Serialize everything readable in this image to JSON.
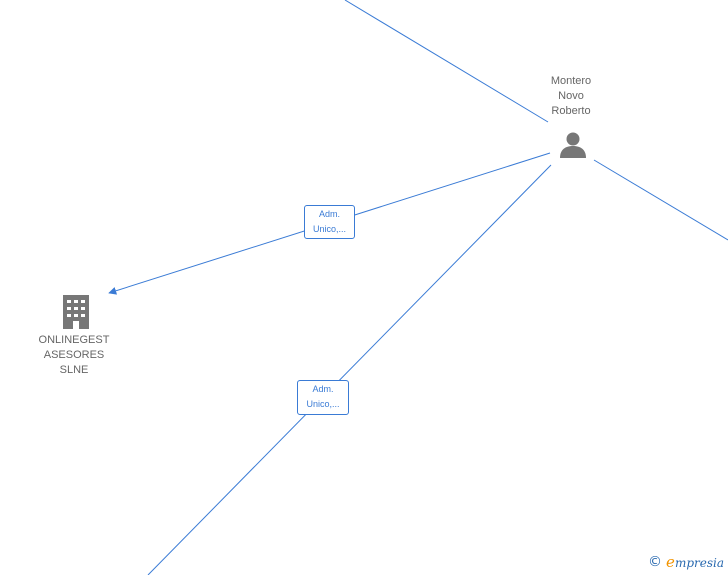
{
  "colors": {
    "edge": "#3a7bd5",
    "node_icon": "#777777",
    "label_text": "#666666"
  },
  "nodes": {
    "person": {
      "icon": "person-icon",
      "lines": [
        "Montero",
        "Novo",
        "Roberto"
      ]
    },
    "company": {
      "icon": "building-icon",
      "lines": [
        "ONLINEGEST",
        "ASESORES",
        "SLNE"
      ]
    }
  },
  "edge_labels": [
    {
      "lines": [
        "Adm.",
        "Unico,..."
      ]
    },
    {
      "lines": [
        "Adm.",
        "Unico,..."
      ]
    }
  ],
  "watermark": {
    "copyright": "©",
    "brand_initial": "e",
    "brand_rest": "mpresia"
  }
}
